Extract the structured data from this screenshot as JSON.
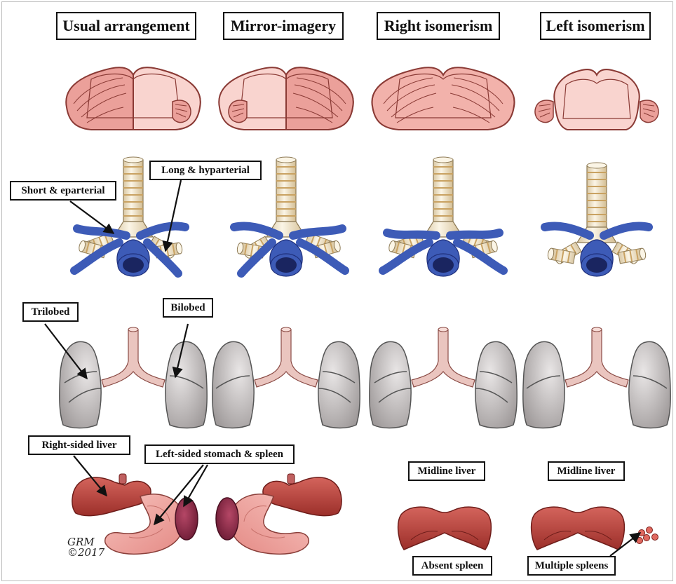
{
  "headers": [
    "Usual arrangement",
    "Mirror-imagery",
    "Right isomerism",
    "Left isomerism"
  ],
  "labels": {
    "short_eparterial": "Short & eparterial",
    "long_hyparterial": "Long & hyparterial",
    "trilobed": "Trilobed",
    "bilobed": "Bilobed",
    "right_sided_liver": "Right-sided liver",
    "left_sided_stomach_spleen": "Left-sided stomach & spleen",
    "midline_liver_right": "Midline liver",
    "midline_liver_left": "Midline liver",
    "absent_spleen": "Absent spleen",
    "multiple_spleens": "Multiple spleens"
  },
  "signature": {
    "line1": "GRM",
    "line2": "©2017"
  },
  "colors": {
    "atrium_dark": "#eba09a",
    "atrium_light": "#f9d4cf",
    "atrium_mid": "#f2b2ab",
    "atrium_outline": "#8a3a35",
    "artery": "#3d5bb7",
    "artery_dark": "#1f2f7a",
    "trachea": "#f3ead3",
    "trachea_ring": "#c9a262",
    "lung": "#c9c5c5",
    "lung_edge": "#555555",
    "airway": "#eac5bf",
    "liver": "#c9504a",
    "stomach": "#f2a8a3",
    "spleen": "#8c2f4a"
  }
}
